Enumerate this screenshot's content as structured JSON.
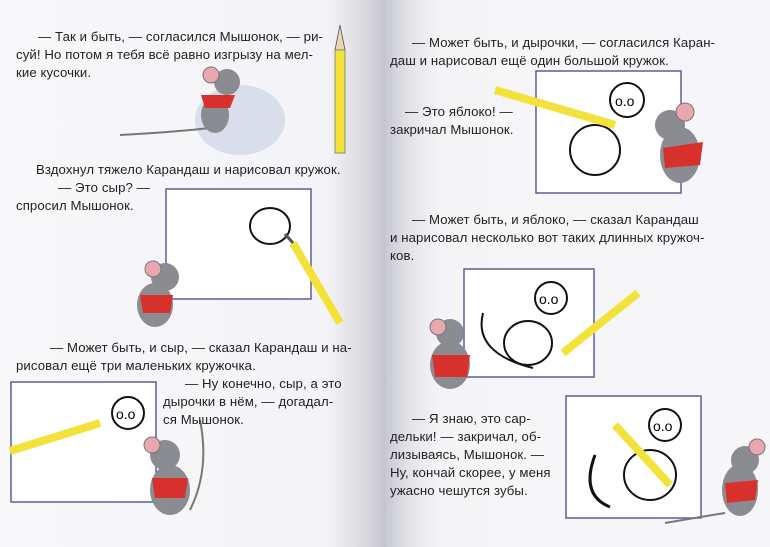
{
  "left_page": {
    "p1": [
      "— Так и быть, — согласился Мышонок, — ри-",
      "суй! Но потом я тебя всё равно изгрызу на мел-",
      "кие кусочки."
    ],
    "p2": "Вздохнул тяжело Карандаш и нарисовал кружок.",
    "p3": [
      "— Это сыр? —",
      "спросил Мышонок."
    ],
    "p4": [
      "— Может быть, и сыр, — сказал Карандаш и на-",
      "рисовал ещё три маленьких кружочка."
    ],
    "p5": [
      "— Ну конечно, сыр, а это",
      "дырочки в нём, — догадал-",
      "ся Мышонок."
    ]
  },
  "right_page": {
    "p1": [
      "— Может быть, и дырочки, — согласился Каран-",
      "даш и нарисовал ещё один большой кружок."
    ],
    "p2": [
      "— Это яблоко! —",
      "закричал Мышонок."
    ],
    "p3": [
      "— Может быть, и яблоко, — сказал Карандаш",
      "и нарисовал несколько вот таких длинных кружоч-",
      "ков."
    ],
    "p4": [
      "— Я знаю, это сар-",
      "дельки! — закричал, об-",
      "лизываясь, Мышонок. —",
      "Ну, кончай скорее, у меня",
      "ужасно чешутся зубы."
    ]
  },
  "colors": {
    "pencil": "#f2e23a",
    "board_border": "#5a5f9a",
    "scarf": "#d8302c",
    "mouse": "#8a8c92"
  }
}
